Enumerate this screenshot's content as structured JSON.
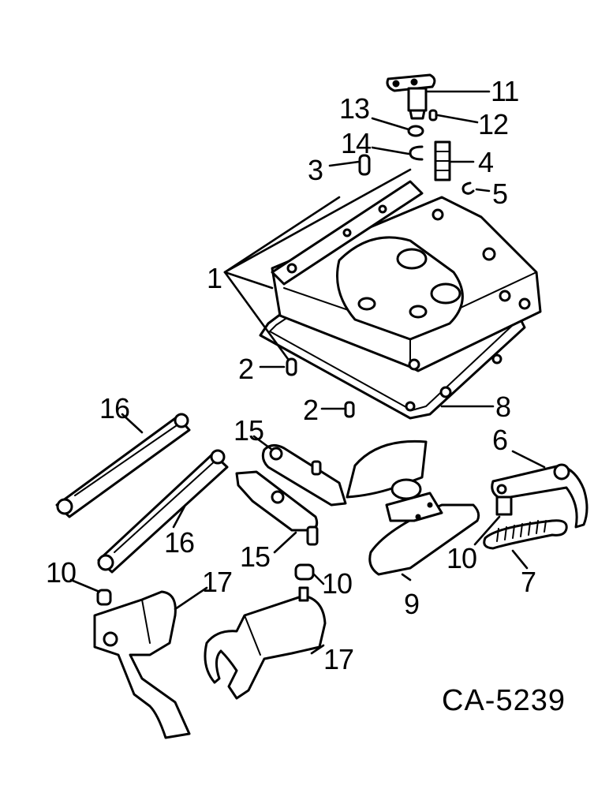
{
  "figure": {
    "drawing_code": "CA-5239",
    "background": "#ffffff",
    "ink": "#000000"
  },
  "callouts": [
    {
      "id": "c11",
      "text": "11"
    },
    {
      "id": "c12",
      "text": "12"
    },
    {
      "id": "c13",
      "text": "13"
    },
    {
      "id": "c14",
      "text": "14"
    },
    {
      "id": "c4",
      "text": "4"
    },
    {
      "id": "c3",
      "text": "3"
    },
    {
      "id": "c5",
      "text": "5"
    },
    {
      "id": "c1",
      "text": "1"
    },
    {
      "id": "c2a",
      "text": "2"
    },
    {
      "id": "c2b",
      "text": "2"
    },
    {
      "id": "c8",
      "text": "8"
    },
    {
      "id": "c16a",
      "text": "16"
    },
    {
      "id": "c16b",
      "text": "16"
    },
    {
      "id": "c15a",
      "text": "15"
    },
    {
      "id": "c15b",
      "text": "15"
    },
    {
      "id": "c6",
      "text": "6"
    },
    {
      "id": "c10a",
      "text": "10"
    },
    {
      "id": "c10b",
      "text": "10"
    },
    {
      "id": "c10c",
      "text": "10"
    },
    {
      "id": "c7",
      "text": "7"
    },
    {
      "id": "c9",
      "text": "9"
    },
    {
      "id": "c17a",
      "text": "17"
    },
    {
      "id": "c17b",
      "text": "17"
    }
  ]
}
